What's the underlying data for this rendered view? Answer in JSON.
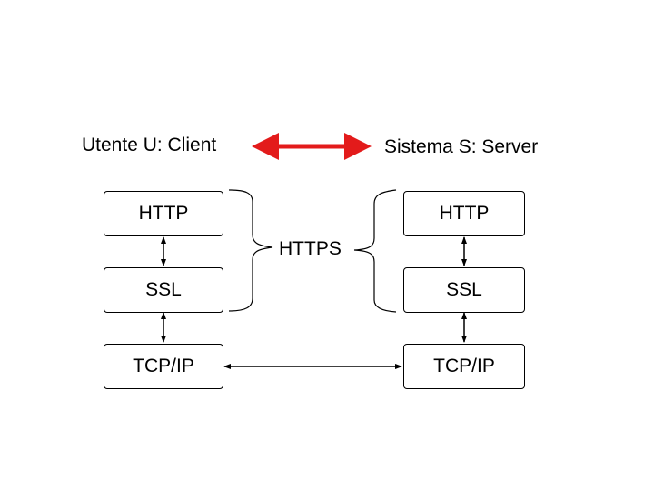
{
  "client": {
    "title": "Utente U: Client",
    "layers": [
      "HTTP",
      "SSL",
      "TCP/IP"
    ]
  },
  "server": {
    "title": "Sistema S: Server",
    "layers": [
      "HTTP",
      "SSL",
      "TCP/IP"
    ]
  },
  "middle": {
    "label": "HTTPS"
  },
  "colors": {
    "accent_arrow": "#e31b1b",
    "line": "#000000"
  }
}
